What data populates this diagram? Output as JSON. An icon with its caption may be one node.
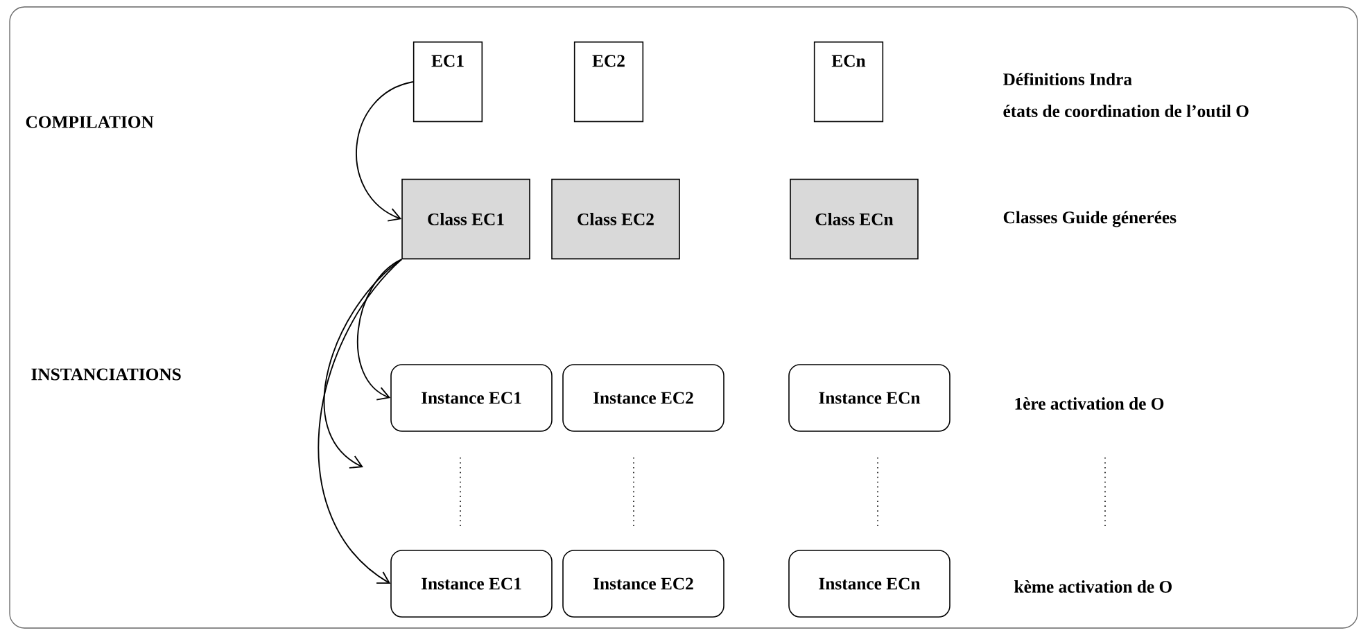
{
  "diagram": {
    "nodes": [
      {
        "text": [
          "EC1"
        ]
      },
      {
        "text": [
          "EC2"
        ]
      },
      {
        "text": [
          "ECn"
        ]
      },
      {
        "text": [
          "Class EC1"
        ]
      },
      {
        "text": [
          "Class EC2"
        ]
      },
      {
        "text": [
          "Class ECn"
        ]
      },
      {
        "text": [
          "Instance EC1"
        ]
      },
      {
        "text": [
          "Instance EC2"
        ]
      },
      {
        "text": [
          "Instance ECn"
        ]
      },
      {
        "text": [
          "Instance EC1"
        ]
      },
      {
        "text": [
          "Instance EC2"
        ]
      },
      {
        "text": [
          "Instance ECn"
        ]
      }
    ],
    "edges": [
      {
        "from": 0,
        "to": 3,
        "arrow": "to"
      },
      {
        "from": 3,
        "to": 6,
        "arrow": "to"
      },
      {
        "from": 3,
        "to": null,
        "arrow": "to"
      },
      {
        "from": 3,
        "to": 9,
        "arrow": "to"
      }
    ],
    "labels": [
      "Définitions Indra",
      "états de coordination de l’outil O",
      "COMPILATION",
      "Classes Guide génerées",
      "INSTANCIATIONS",
      "1ère activation de O",
      "kème activation de O"
    ]
  }
}
